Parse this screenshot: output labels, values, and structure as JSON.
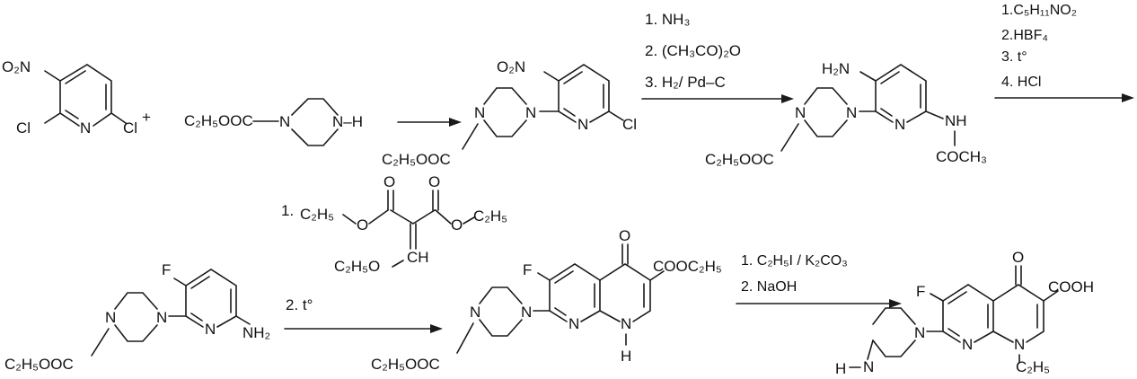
{
  "colors": {
    "ink": "#111111",
    "background": "#ffffff"
  },
  "labels": {
    "plus": "+",
    "nitro": "O₂N",
    "cl": "Cl",
    "n": "N",
    "nh_hetero": "N–H",
    "amine": "H₂N",
    "nh": "NH",
    "acetyl": "COCH₃",
    "ester_group": "C₂H₅OOC",
    "f": "F",
    "nh2": "NH₂",
    "o": "O",
    "h": "H",
    "ester_side": "COOC₂H₅",
    "acid": "COOH",
    "ethyl": "C₂H₅",
    "h_amine": "H"
  },
  "reagents": {
    "step1": [],
    "step2": [
      "1. NH₃",
      "2. (CH₃CO)₂O",
      "3. H₂/ Pd–C"
    ],
    "step3": [
      "1.C₅H₁₁NO₂",
      "2.HBF₄",
      "3. t°",
      "4. HCl"
    ],
    "step4": {
      "prefix": "1.",
      "ethoxy_a": "C₂H₅",
      "ethoxy_b": "C₂H₅",
      "ethoxy_c": "C₂H₅O",
      "ch": "CH",
      "o1": "O",
      "o2": "O",
      "o3": "O",
      "o4": "O",
      "second": "2. t°"
    },
    "step5": [
      "1. C₂H₅I / K₂CO₃",
      "2. NaOH"
    ]
  }
}
